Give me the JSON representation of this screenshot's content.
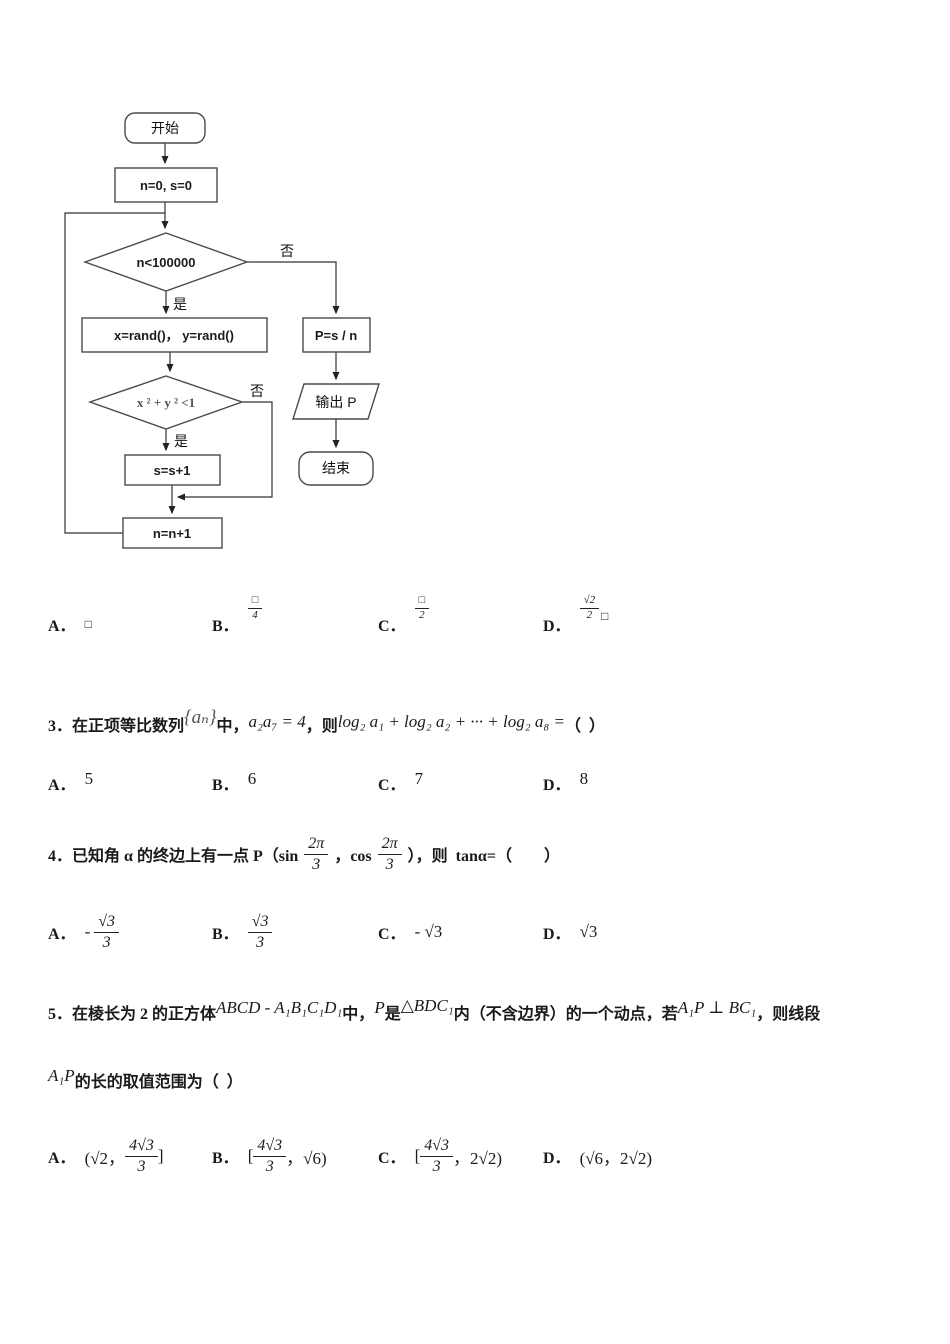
{
  "flowchart": {
    "start": "开始",
    "init": "n=0, s=0",
    "cond1": "n<100000",
    "yes": "是",
    "no": "否",
    "rand": "x=rand()，   y=rand()",
    "cond2": "x ² + y ² <1",
    "inc_s": "s=s+1",
    "inc_n": "n=n+1",
    "compute": "P=s / n",
    "output": "输出 P",
    "end": "结束"
  },
  "q2": {
    "options": [
      {
        "label": "A．",
        "value": "□"
      },
      {
        "label": "B．",
        "frac": {
          "num": "□",
          "den": "4"
        }
      },
      {
        "label": "C．",
        "frac": {
          "num": "□",
          "den": "2"
        }
      },
      {
        "label": "D．",
        "frac": {
          "num": "√2",
          "den": "2"
        },
        "suffix": "□"
      }
    ]
  },
  "q3": {
    "number": "3．",
    "pre": "在正项等比数列",
    "seq": "{aₙ}",
    "mid1": "中，",
    "eq1": "a₂a₇ = 4",
    "mid2": "，则",
    "eq2": "log₂ a₁ + log₂ a₂ + ··· + log₂ a₈ =",
    "paren": "（  ）",
    "options": [
      {
        "label": "A．",
        "value": "5"
      },
      {
        "label": "B．",
        "value": "6"
      },
      {
        "label": "C．",
        "value": "7"
      },
      {
        "label": "D．",
        "value": "8"
      }
    ]
  },
  "q4": {
    "number": "4．",
    "pre": "已知角 α 的终边上有一点 P（sin",
    "frac1": {
      "num": "2π",
      "den": "3"
    },
    "mid": "，cos",
    "frac2": {
      "num": "2π",
      "den": "3"
    },
    "post": "），则  tanα=（        ）",
    "options": [
      {
        "label": "A．",
        "prefix": "-",
        "frac": {
          "num": "√3",
          "den": "3"
        }
      },
      {
        "label": "B．",
        "frac": {
          "num": "√3",
          "den": "3"
        }
      },
      {
        "label": "C．",
        "value": "- √3"
      },
      {
        "label": "D．",
        "value": "√3"
      }
    ]
  },
  "q5": {
    "number": "5．",
    "pre": "在棱长为 2 的正方体",
    "cube": "ABCD - A₁B₁C₁D₁",
    "mid1": "中，",
    "point": "P",
    "mid2": "是",
    "triangle": "△BDC₁",
    "mid3": "内（不含边界）的一个动点，若",
    "perp": "A₁P ⊥ BC₁",
    "mid4": "，则线段",
    "line2_math": "A₁P",
    "line2_text": "的长的取值范围为（  ）",
    "options": [
      {
        "label": "A．",
        "open": "(√2，",
        "frac": {
          "num": "4√3",
          "den": "3"
        },
        "close": "]"
      },
      {
        "label": "B．",
        "open": "[",
        "frac": {
          "num": "4√3",
          "den": "3"
        },
        "close": "，√6)"
      },
      {
        "label": "C．",
        "open": "[",
        "frac": {
          "num": "4√3",
          "den": "3"
        },
        "close": "，2√2)"
      },
      {
        "label": "D．",
        "value": "(√6，2√2)"
      }
    ]
  }
}
